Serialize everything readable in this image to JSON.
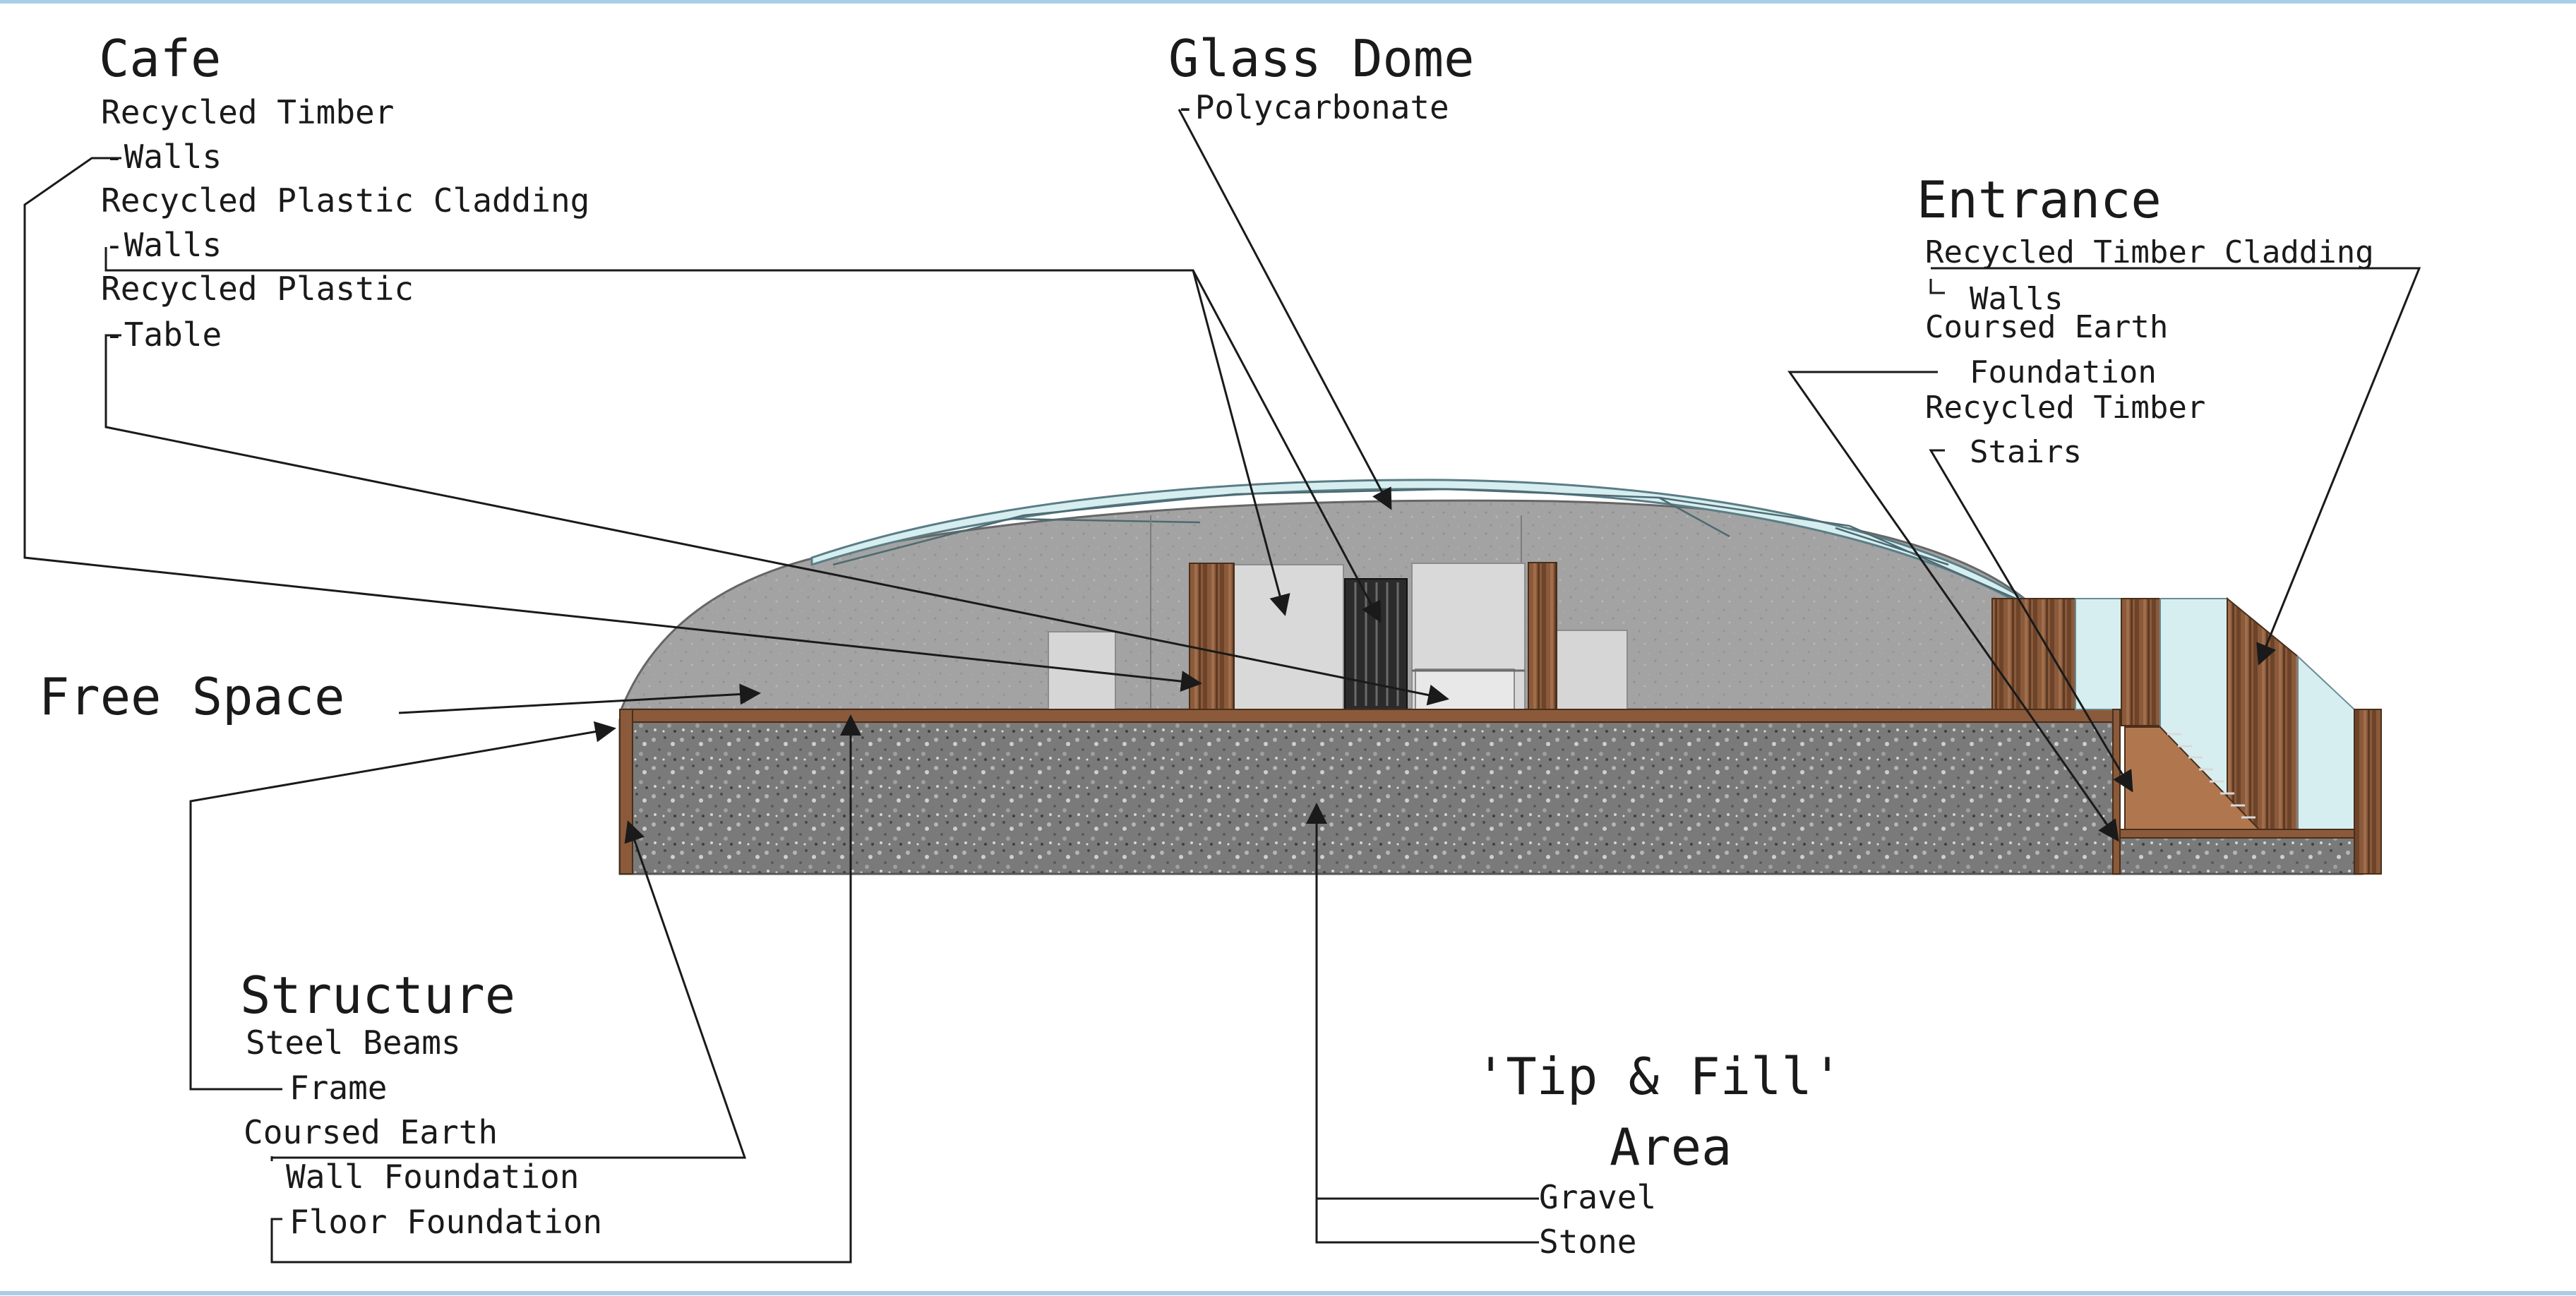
{
  "cafe": {
    "title": "Cafe",
    "items": [
      "Recycled Timber",
      "-Walls",
      "Recycled Plastic Cladding",
      "-Walls",
      "Recycled Plastic",
      "-Table"
    ]
  },
  "glass_dome": {
    "title": "Glass Dome",
    "items": [
      "-Polycarbonate"
    ]
  },
  "entrance": {
    "title": "Entrance",
    "items": [
      "Recycled Timber Cladding",
      "Walls",
      "Coursed Earth",
      "Foundation",
      "Recycled Timber",
      "Stairs"
    ]
  },
  "free_space": {
    "title": "Free Space"
  },
  "structure": {
    "title": "Structure",
    "items": [
      "Steel Beams",
      "Frame",
      "Coursed Earth",
      "Wall Foundation",
      "Floor Foundation"
    ]
  },
  "tip_fill": {
    "title_line1": "'Tip & Fill'",
    "title_line2": "Area",
    "items": [
      "Gravel",
      "Stone"
    ]
  },
  "colors": {
    "concrete": "#a3a3a3",
    "gravel": "#7d7d7d",
    "timber": "#8a5a3a",
    "glass": "#d7eef0",
    "frame": "#a8cde6"
  }
}
